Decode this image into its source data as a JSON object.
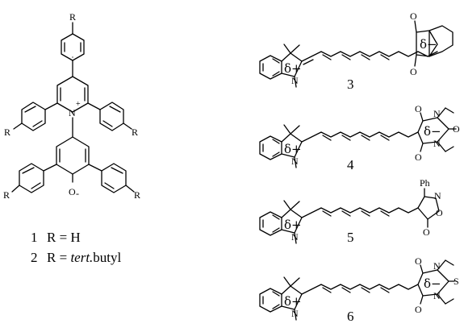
{
  "labels": {
    "R": "R",
    "N": "N",
    "O": "O",
    "plus": "+",
    "minus": "-",
    "oxide_minus": "O-",
    "delta_plus": "δ+",
    "delta_minus": "δ−",
    "Ph": "Ph",
    "S": "S"
  },
  "compounds": {
    "c3": "3",
    "c4": "4",
    "c5": "5",
    "c6": "6"
  },
  "legend": {
    "line1_num": "1",
    "line1_text": "R = H",
    "line2_num": "2",
    "line2_prefix": "R = ",
    "line2_italic": "tert.",
    "line2_suffix": "butyl"
  }
}
